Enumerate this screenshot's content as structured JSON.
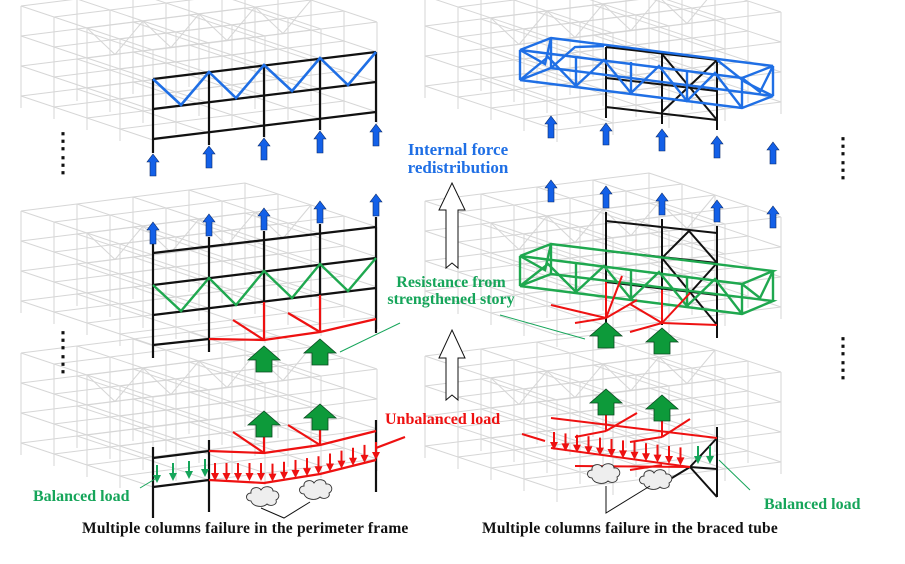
{
  "colors": {
    "ghost_frame": "#d6d6d6",
    "frame": "#111111",
    "redistribution": "#1f6fe5",
    "strengthened": "#1fa84f",
    "unbalanced": "#ee1111",
    "balanced": "#16a55a",
    "resistance_arrow": "#0d9a3a"
  },
  "labels": {
    "internal_force": [
      "Internal force",
      "redistribution"
    ],
    "resistance": [
      "Resistance from",
      "strengthened story"
    ],
    "unbalanced_load": "Unbalanced load",
    "balanced_load_left": "Balanced load",
    "balanced_load_right": "Balanced load"
  },
  "captions": {
    "left": "Multiple columns failure in the perimeter frame",
    "right": "Multiple columns failure in the braced tube"
  },
  "ellipsis": "⋮",
  "panels": [
    {
      "row": "top",
      "side": "left",
      "subject": "perimeter frame",
      "state": "internal force redistribution"
    },
    {
      "row": "top",
      "side": "right",
      "subject": "braced tube",
      "state": "internal force redistribution"
    },
    {
      "row": "middle",
      "side": "left",
      "subject": "perimeter frame",
      "state": "resistance from strengthened story"
    },
    {
      "row": "middle",
      "side": "right",
      "subject": "braced tube",
      "state": "resistance from strengthened story"
    },
    {
      "row": "bottom",
      "side": "left",
      "subject": "perimeter frame",
      "state": "unbalanced load"
    },
    {
      "row": "bottom",
      "side": "right",
      "subject": "braced tube",
      "state": "unbalanced load"
    }
  ]
}
